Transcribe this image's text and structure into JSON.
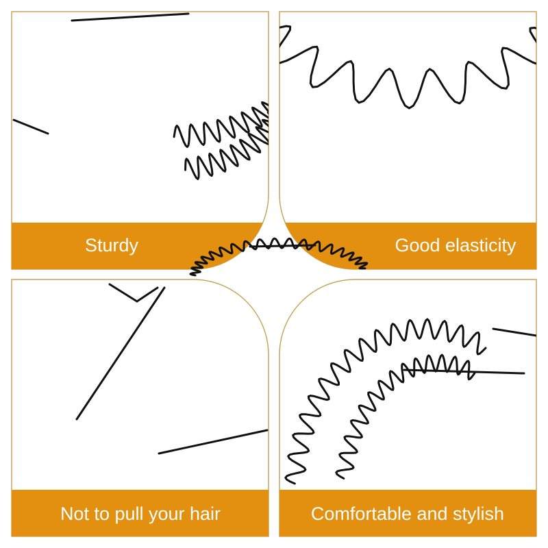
{
  "colors": {
    "accent": "#e38f10",
    "border": "#c9a45a",
    "wire": "#111111"
  },
  "panels": [
    {
      "label": "Sturdy"
    },
    {
      "label": "Good elasticity"
    },
    {
      "label": "Not to pull your hair"
    },
    {
      "label": "Comfortable and stylish"
    }
  ]
}
